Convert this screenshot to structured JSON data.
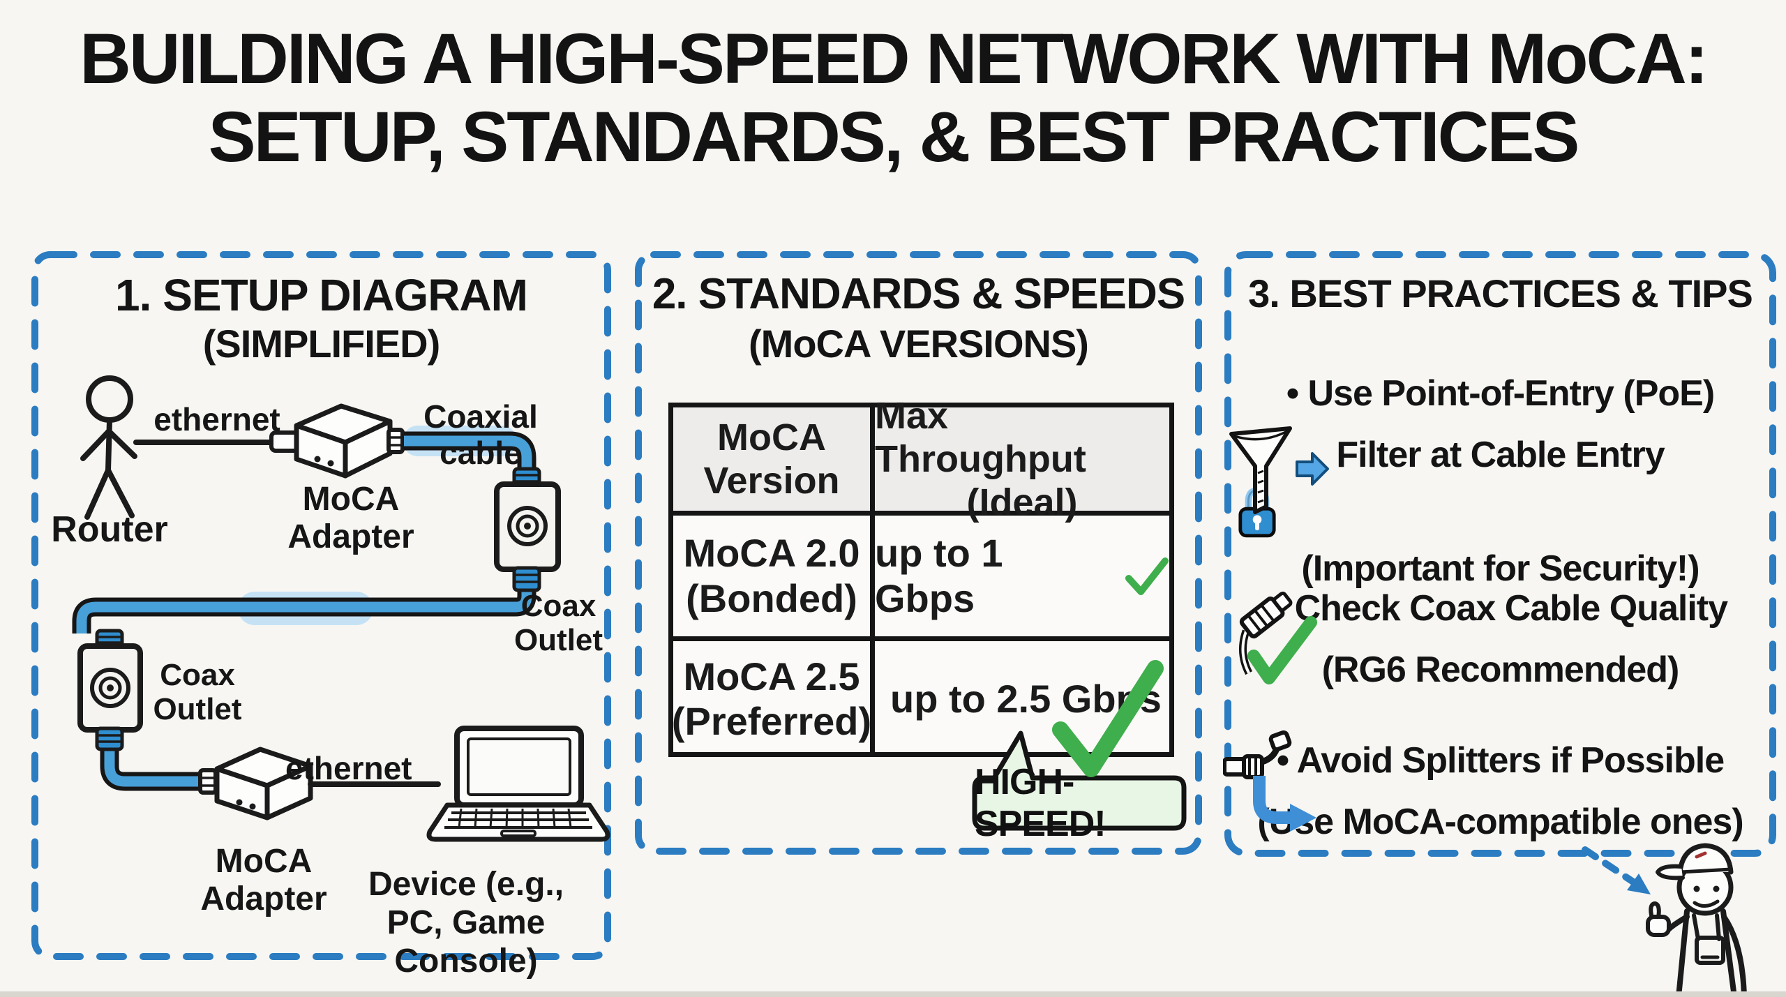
{
  "title": {
    "line1": "BUILDING A HIGH-SPEED NETWORK WITH MoCA:",
    "line2": "SETUP, STANDARDS, & BEST PRACTICES"
  },
  "panel1": {
    "heading": "1. SETUP DIAGRAM",
    "subheading": "(SIMPLIFIED)",
    "labels": {
      "router": "Router",
      "ethernet_top": "ethernet",
      "ethernet_bottom": "ethernet",
      "coaxial_cable": "Coaxial cable",
      "adapter_top_line1": "MoCA",
      "adapter_top_line2": "Adapter",
      "adapter_bottom_line1": "MoCA",
      "adapter_bottom_line2": "Adapter",
      "outlet_right_line1": "Coax",
      "outlet_right_line2": "Outlet",
      "outlet_left_line1": "Coax",
      "outlet_left_line2": "Outlet",
      "device_line1": "Device (e.g.,",
      "device_line2": "PC, Game Console)"
    }
  },
  "panel2": {
    "heading": "2. STANDARDS & SPEEDS",
    "subheading": "(MoCA VERSIONS)",
    "callout": "HIGH-SPEED!",
    "table": {
      "headers": [
        {
          "line1": "MoCA",
          "line2": "Version"
        },
        {
          "line1": "Max Throughput",
          "line2": "(Ideal)"
        }
      ],
      "rows": [
        {
          "version_line1": "MoCA 2.0",
          "version_line2": "(Bonded)",
          "throughput": "up to 1 Gbps"
        },
        {
          "version_line1": "MoCA 2.5",
          "version_line2": "(Preferred)",
          "throughput": "up to 2.5 Gbps"
        }
      ]
    }
  },
  "panel3": {
    "heading": "3. BEST PRACTICES & TIPS",
    "tips": [
      {
        "line1": "• Use Point-of-Entry (PoE)",
        "line2": "Filter at Cable Entry",
        "line3": "(Important for Security!)"
      },
      {
        "line1": "• Check Coax Cable Quality",
        "line2": "(RG6 Recommended)"
      },
      {
        "line1": "• Avoid Splitters if Possible",
        "line2": "(Use MoCA-compatible ones)"
      }
    ]
  },
  "colors": {
    "dash_blue": "#2b7cc1",
    "cable_blue": "#48a0d9",
    "cable_highlight": "#b5dcf6",
    "check_green": "#3fae4c",
    "bubble_green": "#e7f6e5",
    "lock_blue": "#2f8ed0",
    "ink": "#1b1b1b",
    "paper": "#f7f6f3"
  }
}
